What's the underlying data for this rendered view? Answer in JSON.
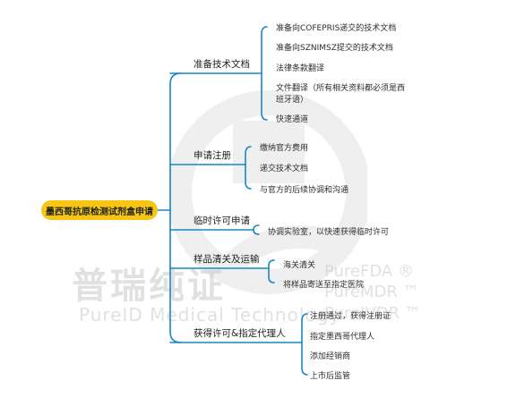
{
  "root": "墨西哥抗原检测试剂盒申请",
  "categories": [
    {
      "label": "准备技术文档",
      "items": [
        "准备向COFEPRIS递交的技术文档",
        "准备向SZNIMSZ提交的技术文档",
        "法律条款翻译",
        "文件翻译（所有相关资料都必须是西",
        "班牙语）",
        "快速通道"
      ]
    },
    {
      "label": "申请注册",
      "items": [
        "缴纳官方费用",
        "递交技术文档",
        "与官方的后续协调和沟通"
      ]
    },
    {
      "label": "临时许可申请",
      "items": [
        "协调实验室，以快速获得临时许可"
      ]
    },
    {
      "label": "样品清关及运输",
      "items": [
        "海关清关",
        "将样品寄送至指定医院"
      ]
    },
    {
      "label": "获得许可&指定代理人",
      "items": [
        "注册通过，获得注册证",
        "指定墨西哥代理人",
        "添加经销商",
        "上市后监管"
      ]
    }
  ],
  "watermark": {
    "brand_cn": "普瑞纯证",
    "brand_en": "PureID Medical Technology",
    "lines": [
      "PureFDA ®",
      "PureMDR ™",
      "PureIVDR ™"
    ]
  },
  "colors": {
    "connector": "#1787c7",
    "root_fill": "#f7c614",
    "watermark": "#c9c9c9"
  }
}
